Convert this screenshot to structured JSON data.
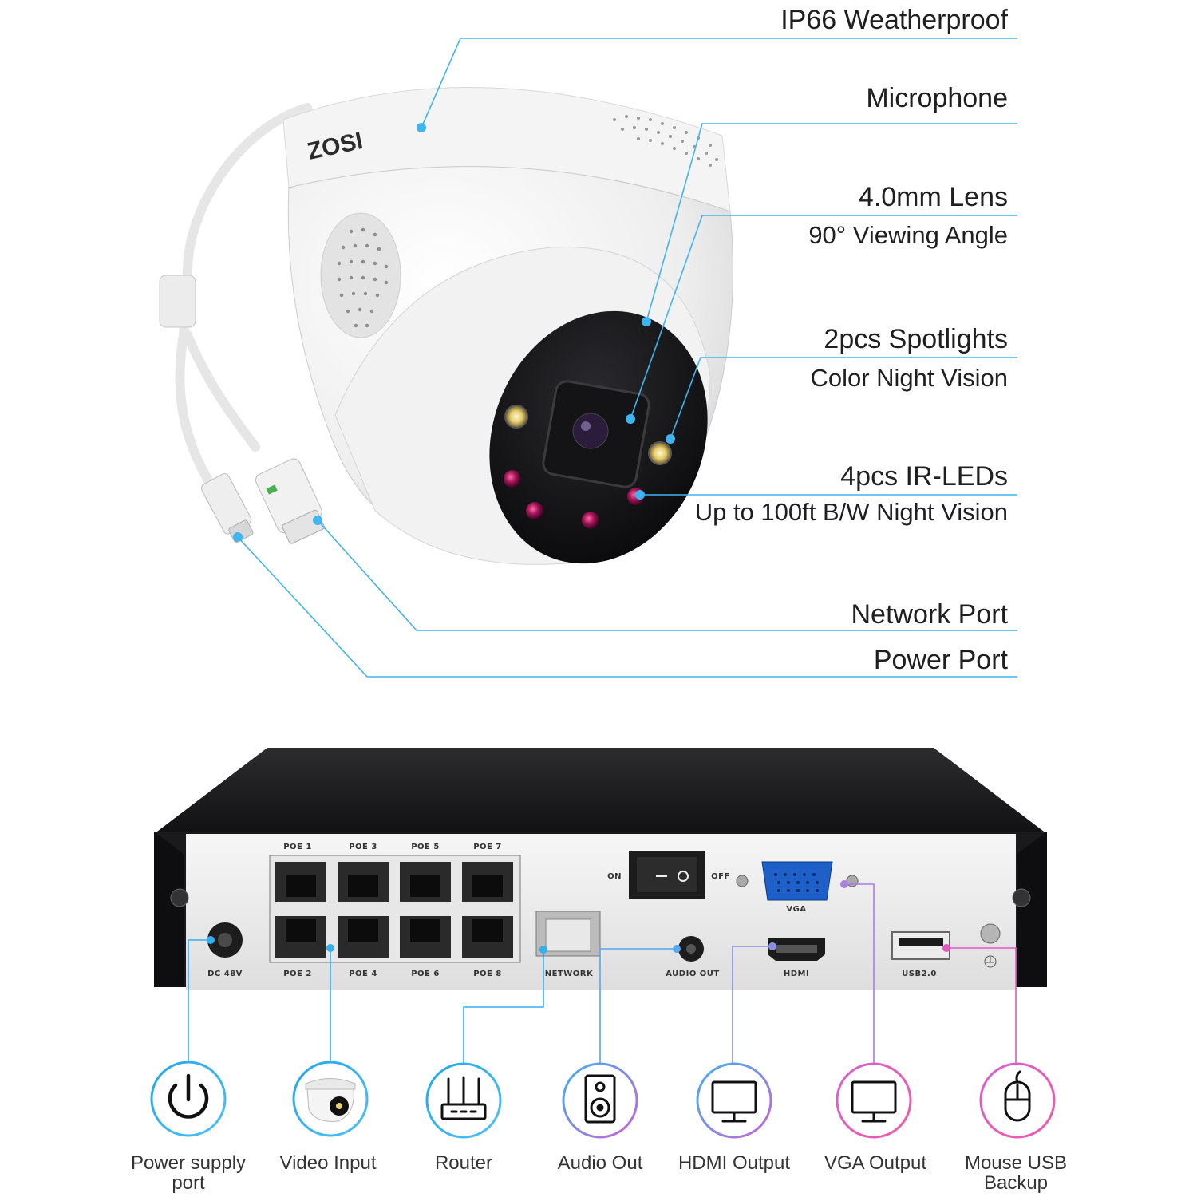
{
  "colors": {
    "callout_line": "#3fb4ee",
    "callout_rule_left": "#4fb7f0",
    "callout_rule_right": "#e060c8",
    "icon_ring_blue": "#22a6ee",
    "icon_ring_pink": "#e458c4"
  },
  "camera": {
    "brand": "ZOSI",
    "features": [
      {
        "title": "IP66 Weatherproof",
        "subtitle": ""
      },
      {
        "title": "Microphone",
        "subtitle": ""
      },
      {
        "title": "4.0mm Lens",
        "subtitle": "90° Viewing Angle"
      },
      {
        "title": "2pcs Spotlights",
        "subtitle": "Color Night Vision"
      },
      {
        "title": "4pcs IR-LEDs",
        "subtitle": "Up to 100ft B/W Night Vision"
      },
      {
        "title": "Network Port",
        "subtitle": ""
      },
      {
        "title": "Power Port",
        "subtitle": ""
      }
    ]
  },
  "nvr": {
    "ports": {
      "poe_top": [
        "POE 1",
        "POE 3",
        "POE 5",
        "POE 7"
      ],
      "poe_bottom": [
        "POE 2",
        "POE 4",
        "POE 6",
        "POE 8"
      ],
      "dc": "DC 48V",
      "network": "NETWORK",
      "audio_out": "AUDIO OUT",
      "hdmi": "HDMI",
      "vga": "VGA",
      "usb": "USB2.0",
      "switch_on": "ON",
      "switch_off": "OFF"
    },
    "connections": [
      {
        "icon": "power-icon",
        "label_line1": "Power supply",
        "label_line2": "port"
      },
      {
        "icon": "camera-icon",
        "label_line1": "Video Input",
        "label_line2": ""
      },
      {
        "icon": "router-icon",
        "label_line1": "Router",
        "label_line2": ""
      },
      {
        "icon": "speaker-icon",
        "label_line1": "Audio Out",
        "label_line2": ""
      },
      {
        "icon": "monitor-icon",
        "label_line1": "HDMI Output",
        "label_line2": ""
      },
      {
        "icon": "monitor-icon",
        "label_line1": "VGA Output",
        "label_line2": ""
      },
      {
        "icon": "mouse-icon",
        "label_line1": "Mouse USB",
        "label_line2": "Backup"
      }
    ]
  }
}
